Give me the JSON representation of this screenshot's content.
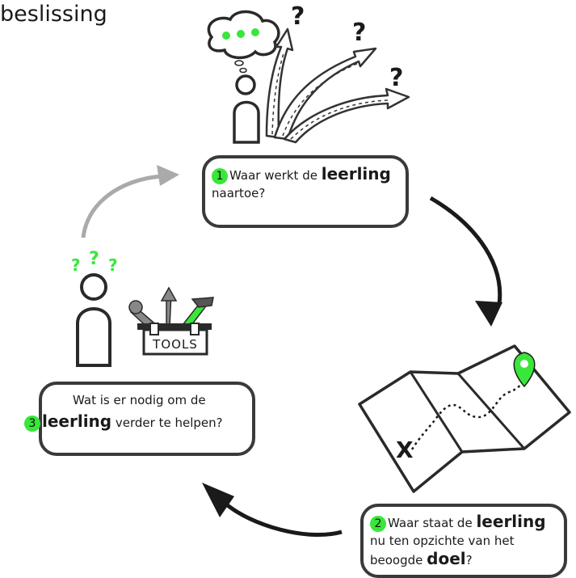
{
  "title": "beslissing",
  "steps": [
    {
      "number": "1",
      "line1_pre": "Waar werkt de ",
      "line1_bold": "leerling",
      "line2": "naartoe?"
    },
    {
      "number": "2",
      "line1_pre": "Waar staat de ",
      "line1_bold": "leerling",
      "line2": "nu ten opzichte van het",
      "line3_pre": "beoogde ",
      "line3_bold": "doel",
      "line3_post": "?"
    },
    {
      "number": "3",
      "line1": "Wat is er nodig om de",
      "line2_bold": "leerling",
      "line2_post": " verder te helpen?"
    }
  ],
  "icons": {
    "question_mark": "?",
    "question_mark_small": "?",
    "tools_label": "TOOLS",
    "map_start_mark": "X"
  },
  "colors": {
    "accent": "#39e63a",
    "stroke": "#2a2a2a",
    "arrow_grey": "#aaaaaa",
    "arrow_dark": "#1a1a1a"
  }
}
